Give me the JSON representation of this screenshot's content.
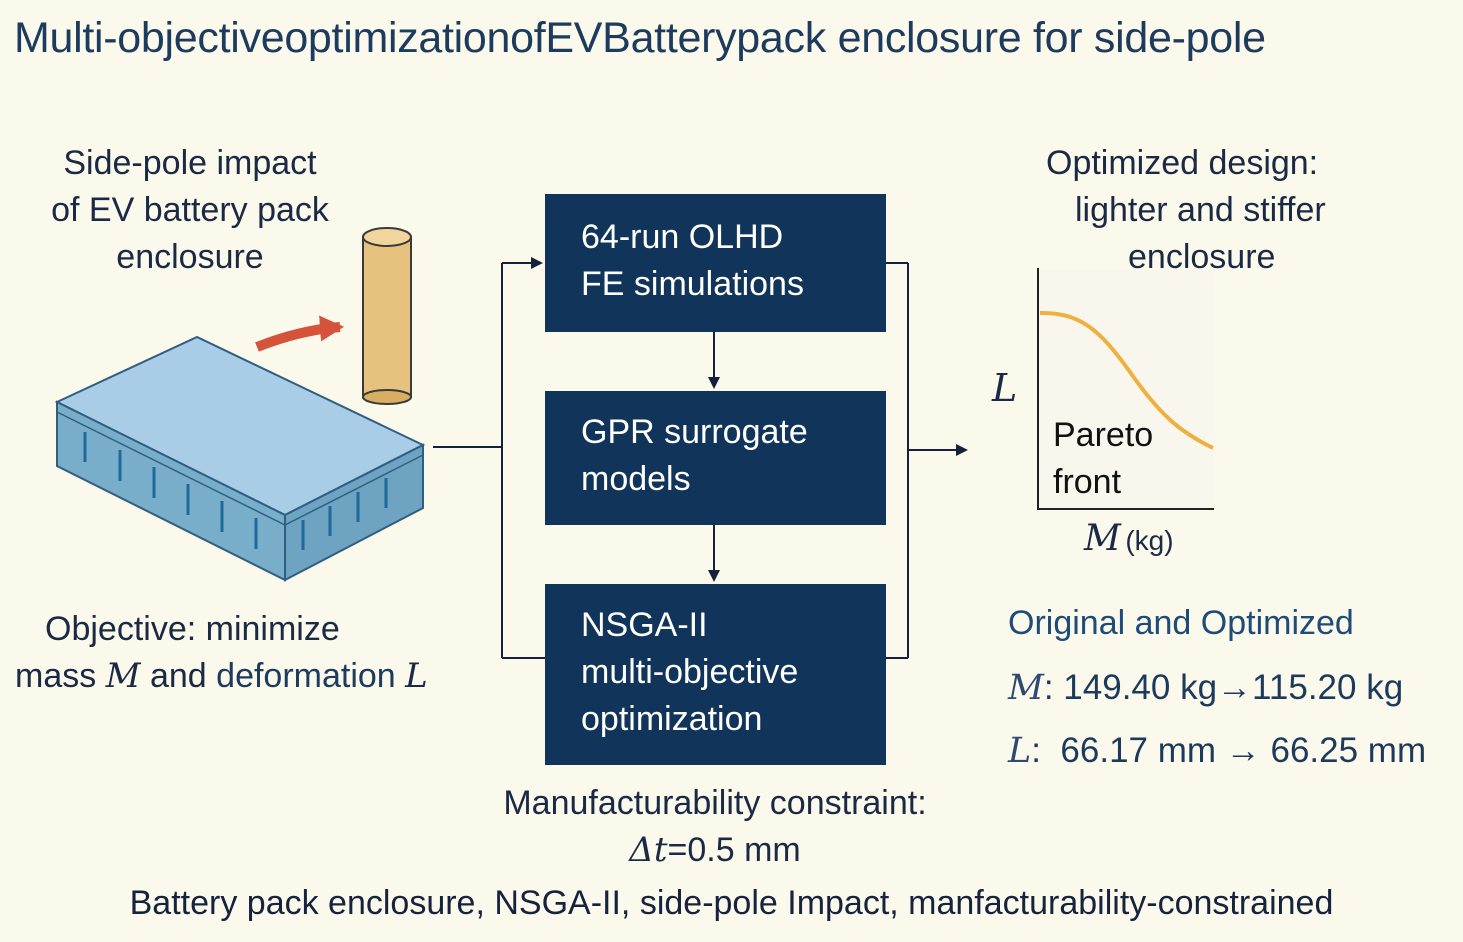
{
  "title": "Multi-objectiveoptimizationofEVBatterypack enclosure for side-pole",
  "left": {
    "caption": [
      "Side-pole impact",
      "of EV battery pack",
      "enclosure"
    ],
    "objective_line1": "Objective: minimize",
    "objective_mass_prefix": "mass",
    "objective_M": "M",
    "objective_and": "and",
    "objective_deformation": "deformation",
    "objective_L": "L"
  },
  "flow": {
    "box1": [
      "64-run OLHD",
      "FE simulations"
    ],
    "box2": [
      "GPR surrogate",
      "models"
    ],
    "box3": [
      "NSGA-II",
      "multi-objective",
      "optimization"
    ],
    "constraint_line1": "Manufacturability constraint:",
    "constraint_symbol": "Δt",
    "constraint_value": "=0.5 mm"
  },
  "right": {
    "caption": [
      "Optimized design:",
      "lighter and stiffer",
      "enclosure"
    ],
    "plot_ylabel": "L",
    "plot_xlabel_var": "M",
    "plot_xlabel_unit": "(kg)",
    "curve_label": [
      "Pareto",
      "front"
    ],
    "results_header": "Original and Optimized",
    "M_symbol": "M",
    "M_result": ": 149.40 kg→115.20 kg",
    "L_symbol": "L",
    "L_result": ":  66.17 mm → 66.25 mm"
  },
  "footer": "Battery pack enclosure, NSGA-II, side-pole Impact, manfacturability-constrained",
  "colors": {
    "background": "#fbf8ec",
    "box": "#11345a",
    "pareto_curve": "#f0b040",
    "impact_arrow": "#d4533a",
    "pole": "#e6c27e",
    "battery_top": "#a9cde6",
    "battery_side": "#7aaecb"
  },
  "icons": [
    "impact-arrow-icon",
    "pole-icon",
    "battery-pack-icon"
  ]
}
